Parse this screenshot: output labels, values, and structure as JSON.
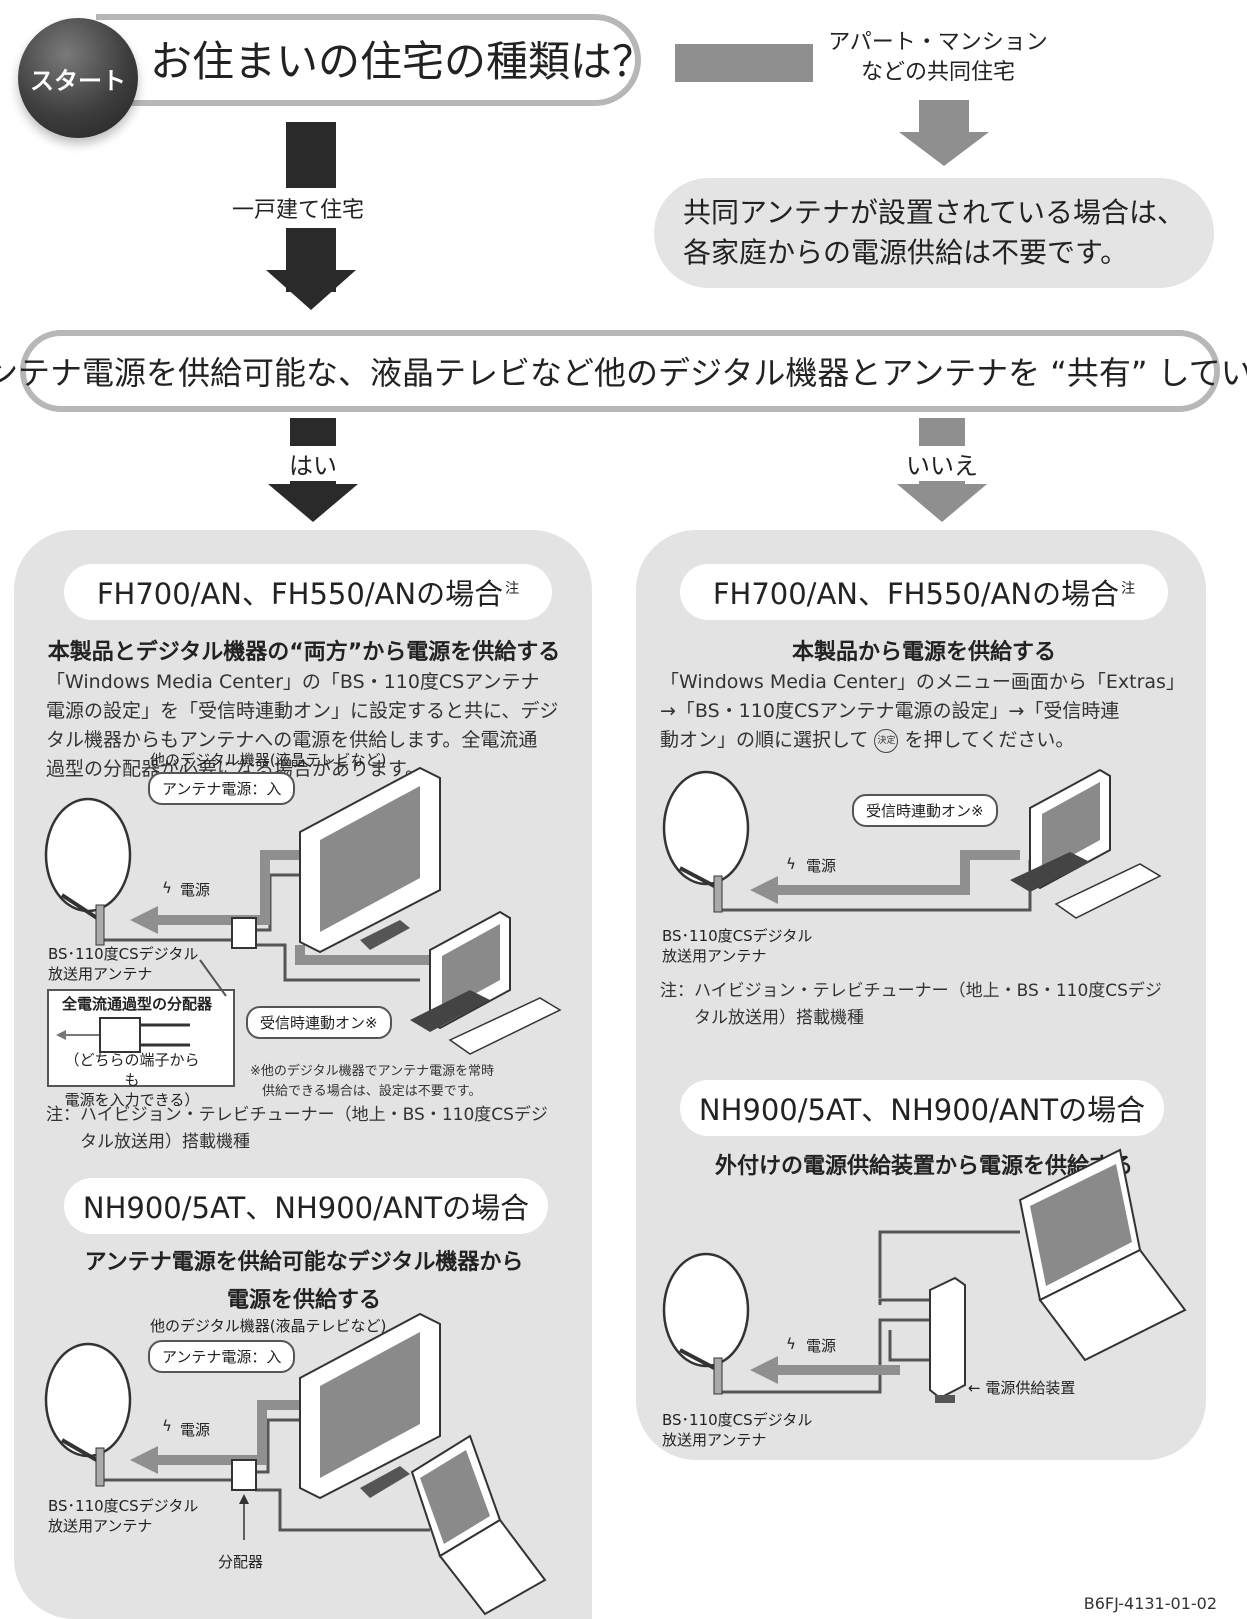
{
  "start": {
    "badge": "スタート",
    "question": "お住まいの住宅の種類は？"
  },
  "apartment": {
    "line1": "アパート・マンション",
    "line2": "などの共同住宅"
  },
  "detached": "一戸建て住宅",
  "shared_note": {
    "line1": "共同アンテナが設置されている場合は、",
    "line2": "各家庭からの電源供給は不要です。"
  },
  "question2": "アンテナ電源を供給可能な、液晶テレビなど他のデジタル機器とアンテナを “共有” している",
  "yes": "はい",
  "no": "いいえ",
  "left_panel": {
    "title1": "FH700/AN、FH550/ANの場合",
    "title1_note": "注",
    "subhead1": "本製品とデジタル機器の“両方”から電源を供給する",
    "body1": [
      "「Windows Media Center」の「BS・110度CSアンテナ",
      "電源の設定」を「受信時連動オン」に設定すると共に、デジ",
      "タル機器からもアンテナへの電源を供給します。全電流通",
      "過型の分配器が必要になる場合があります。"
    ],
    "diagram1": {
      "device_label": "他のデジタル機器(液晶テレビなど)",
      "callout_power": "アンテナ電源：入",
      "power_label": "電源",
      "antenna_line1": "BS･110度CSデジタル",
      "antenna_line2": "放送用アンテナ",
      "splitter_title": "全電流通過型の分配器",
      "splitter_note1": "（どちらの端子からも",
      "splitter_note2": "電源を入力できる）",
      "callout_sync": "受信時連動オン※",
      "asterisk_note1": "※他のデジタル機器でアンテナ電源を常時",
      "asterisk_note2": "供給できる場合は、設定は不要です。"
    },
    "note1_line1": "注：ハイビジョン・テレビチューナー（地上・BS・110度CSデジ",
    "note1_line2": "タル放送用）搭載機種",
    "title2": "NH900/5AT、NH900/ANTの場合",
    "subhead2_line1": "アンテナ電源を供給可能なデジタル機器から",
    "subhead2_line2": "電源を供給する",
    "diagram2": {
      "device_label": "他のデジタル機器(液晶テレビなど)",
      "callout_power": "アンテナ電源：入",
      "power_label": "電源",
      "antenna_line1": "BS･110度CSデジタル",
      "antenna_line2": "放送用アンテナ",
      "splitter_label": "分配器"
    }
  },
  "right_panel": {
    "title1": "FH700/AN、FH550/ANの場合",
    "title1_note": "注",
    "subhead1": "本製品から電源を供給する",
    "body1_line1": "「Windows Media Center」のメニュー画面から「Extras」",
    "body1_line2": "→「BS・110度CSアンテナ電源の設定」→「受信時連",
    "body1_line3a": "動オン」の順に選択して",
    "body1_key": "決定",
    "body1_line3b": "を押してください。",
    "diagram1": {
      "callout_sync": "受信時連動オン※",
      "power_label": "電源",
      "antenna_line1": "BS･110度CSデジタル",
      "antenna_line2": "放送用アンテナ"
    },
    "note1_line1": "注：ハイビジョン・テレビチューナー（地上・BS・110度CSデジ",
    "note1_line2": "タル放送用）搭載機種",
    "title2": "NH900/5AT、NH900/ANTの場合",
    "subhead2": "外付けの電源供給装置から電源を供給する",
    "diagram2": {
      "power_label": "電源",
      "antenna_line1": "BS･110度CSデジタル",
      "antenna_line2": "放送用アンテナ",
      "supply_label": "← 電源供給装置"
    }
  },
  "doc_code": "B6FJ-4131-01-02",
  "colors": {
    "dark_arrow": "#2a2a2a",
    "gray_arrow": "#8f8f8f",
    "panel_bg": "#e3e3e3",
    "pill_border": "#b7b7b7"
  }
}
